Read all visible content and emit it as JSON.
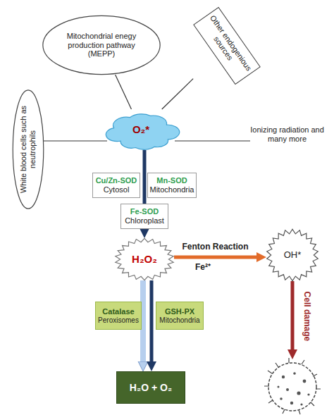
{
  "diagram": {
    "nodes": [
      {
        "text": [
          "Mitochondrial enegy production pathway (MEPP)"
        ]
      },
      {
        "text": [
          "Other endogenious sources"
        ]
      },
      {
        "text": [
          "White blood cells such as neutrophils"
        ]
      },
      {
        "text": [
          "O₂*"
        ]
      },
      {
        "text": [
          "Ionizing radiation and many more"
        ]
      },
      {
        "text": [
          "Cu/Zn-SOD",
          "Cytosol"
        ]
      },
      {
        "text": [
          "Mn-SOD",
          "Mitochondria"
        ]
      },
      {
        "text": [
          "Fe-SOD",
          "Chloroplast"
        ]
      },
      {
        "text": [
          "H₂O₂"
        ]
      },
      {
        "text": [
          "OH*"
        ]
      },
      {
        "text": [
          "Catalase",
          "Peroxisomes"
        ]
      },
      {
        "text": [
          "GSH-PX",
          "Mitochondria"
        ]
      },
      {
        "text": [
          "H₂O + O₂"
        ]
      }
    ],
    "edges": [
      {
        "from": 0,
        "to": 3,
        "arrow": "none"
      },
      {
        "from": 1,
        "to": 3,
        "arrow": "none"
      },
      {
        "from": 2,
        "to": 3,
        "arrow": "none"
      },
      {
        "from": 3,
        "to": 4,
        "arrow": "none"
      },
      {
        "from": 3,
        "to": 8,
        "arrow": "to"
      },
      {
        "from": 8,
        "to": 9,
        "label": "Fenton Reaction",
        "arrow": "to"
      },
      {
        "from": 8,
        "to": 12,
        "arrow": "to"
      },
      {
        "from": 8,
        "to": 12,
        "arrow": "to"
      }
    ],
    "labels": [
      "Fe²⁺",
      "Cell damage"
    ]
  }
}
